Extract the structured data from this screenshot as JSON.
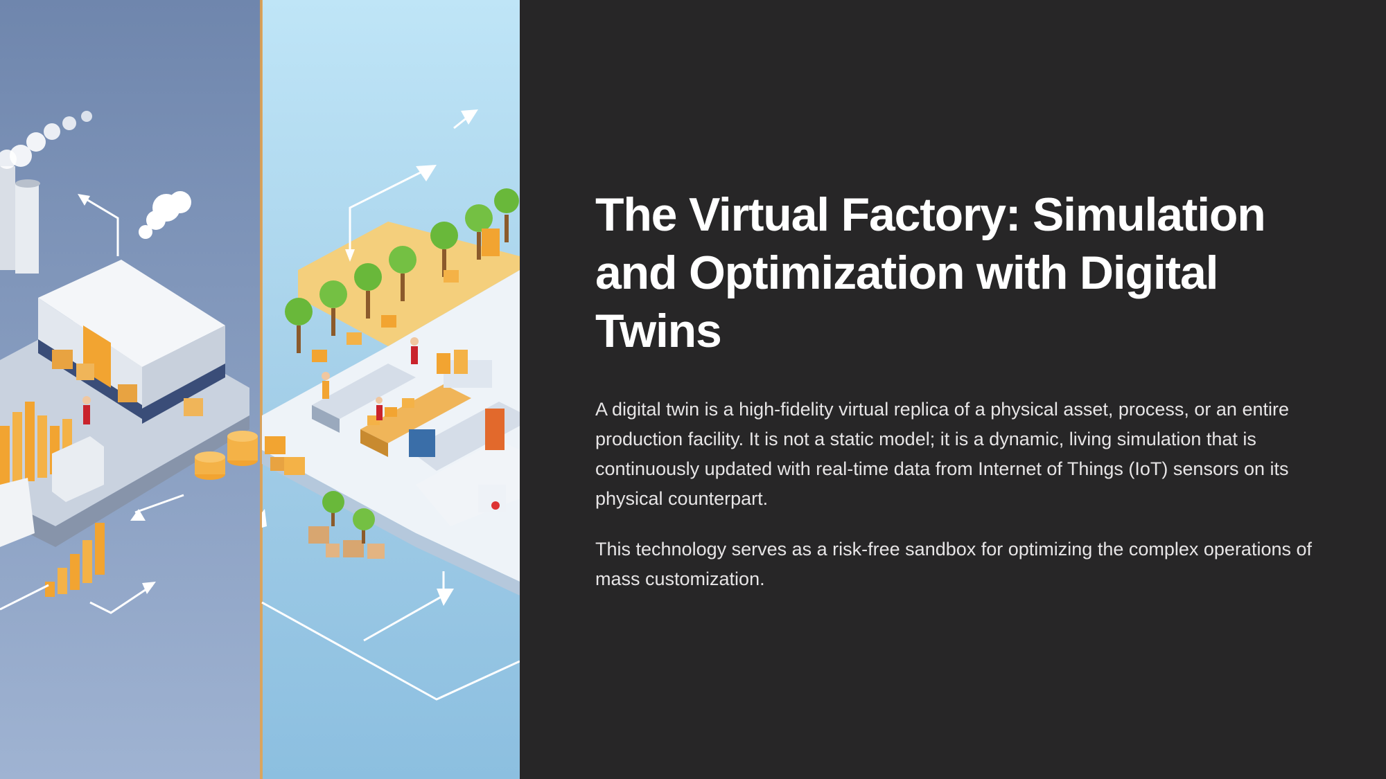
{
  "slide": {
    "title": "The Virtual Factory: Simulation and Optimization with Digital Twins",
    "paragraphs": [
      "A digital twin is a high-fidelity virtual replica of a physical asset, process, or an entire production facility. It is not a static model; it is a dynamic, living simulation that is continuously updated with real-time data from Internet of Things (IoT) sensors on its physical counterpart.",
      "This technology serves as a risk-free sandbox for optimizing the complex operations of mass customization."
    ]
  },
  "illustration": {
    "subject": "isometric split factory scene: physical factory and its virtual twin",
    "colors": {
      "left_sky": "#7d96bd",
      "right_sky": "#b6dff3",
      "accent_orange": "#f2a431",
      "platform": "#eef2f7",
      "background_dark": "#272627"
    }
  }
}
